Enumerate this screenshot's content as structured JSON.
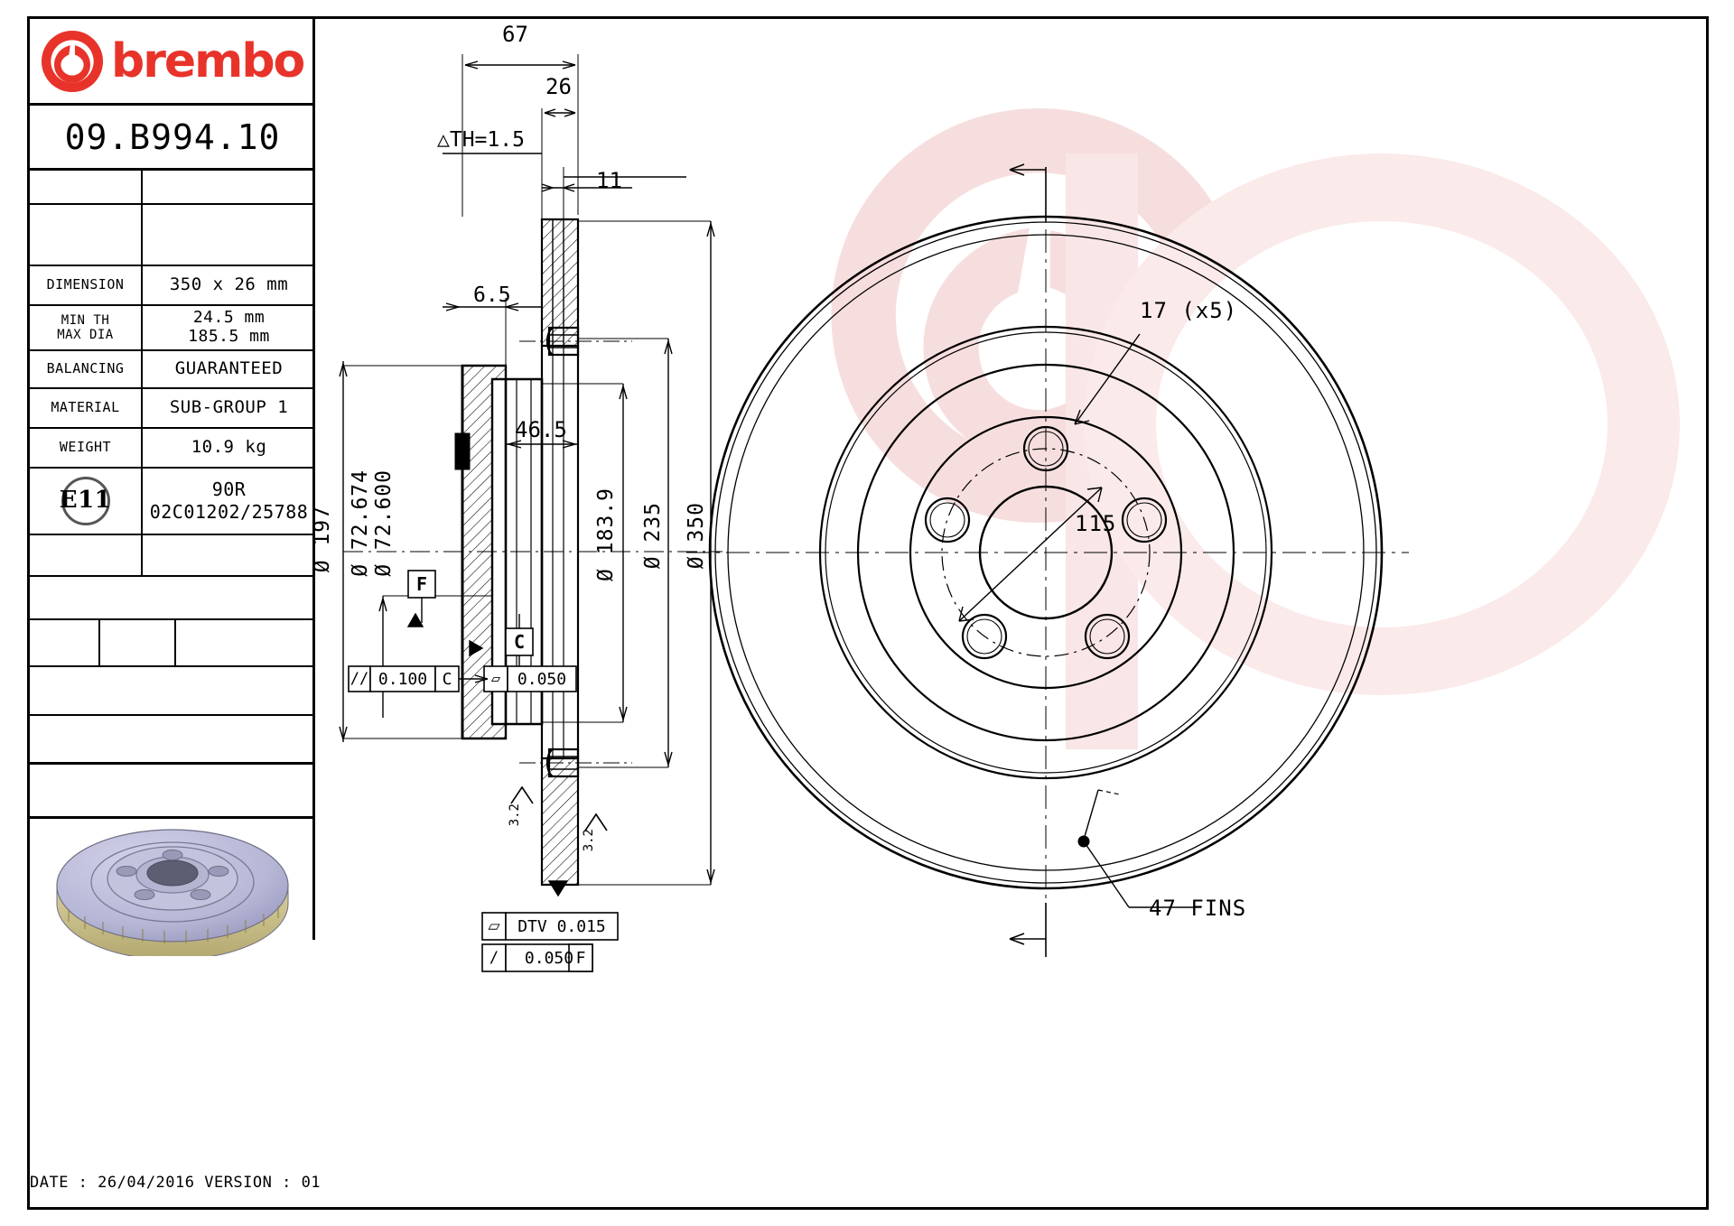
{
  "sheet": {
    "brand": "brembo",
    "part_code": "09.B994.10",
    "date_line": "DATE : 26/04/2016 VERSION : 01"
  },
  "title_block": {
    "rows": [
      {
        "label": "",
        "value": ""
      },
      {
        "label": "",
        "value": ""
      },
      {
        "label": "DIMENSION",
        "value": "350 x 26 mm"
      },
      {
        "label": "MIN TH\nMAX DIA",
        "value": "24.5 mm\n185.5 mm"
      },
      {
        "label": "BALANCING",
        "value": "GUARANTEED"
      },
      {
        "label": "MATERIAL",
        "value": "SUB-GROUP 1"
      },
      {
        "label": "WEIGHT",
        "value": "10.9 kg"
      },
      {
        "label": "E11",
        "value": "90R\n02C01202/25788"
      },
      {
        "label": "",
        "value": ""
      },
      {
        "label": "",
        "value": ""
      },
      {
        "label": "",
        "value": ""
      },
      {
        "label": "",
        "value": ""
      }
    ],
    "homologation_mark": "E11",
    "homologation_line1": "90R",
    "homologation_line2": "02C01202/25788"
  },
  "section_view": {
    "dim_overall_width": "67",
    "dim_hat_width": "26",
    "dim_th_variation": "△TH=1.5",
    "dim_flange_thickness": "11",
    "dim_offset": "6.5",
    "dim_inner_depth": "46.5",
    "dim_outer_dia_label": "Ø 197",
    "dim_bore_max": "Ø 72.674",
    "dim_bore_min": "Ø 72.600",
    "dim_inner_dia": "Ø 183.9",
    "dim_mid_dia": "Ø 235",
    "dim_outer_dia": "Ø 350",
    "datum_f": "F",
    "datum_c": "C",
    "gdt_parallelism": "0.100",
    "gdt_parallelism_datum": "C",
    "gdt_flatness": "0.050",
    "gdt_dtv": "DTV 0.015",
    "gdt_runout": "0.050",
    "gdt_runout_datum": "F",
    "surface_finish_1": "3.2",
    "surface_finish_2": "3.2",
    "gdt_parallelism_symbol": "//",
    "gdt_flatness_symbol": "▱",
    "gdt_dtv_symbol": "⏥",
    "gdt_runout_symbol": "/"
  },
  "face_view": {
    "bolt_hole_callout": "17 (x5)",
    "pcd_callout": "115",
    "fins_callout": "47 FINS"
  },
  "colors": {
    "brand_red": "#e8332a",
    "line": "#000000",
    "watermark": "#f6dada",
    "render_body": "#b9b9d8",
    "render_dark": "#6f6f86"
  }
}
